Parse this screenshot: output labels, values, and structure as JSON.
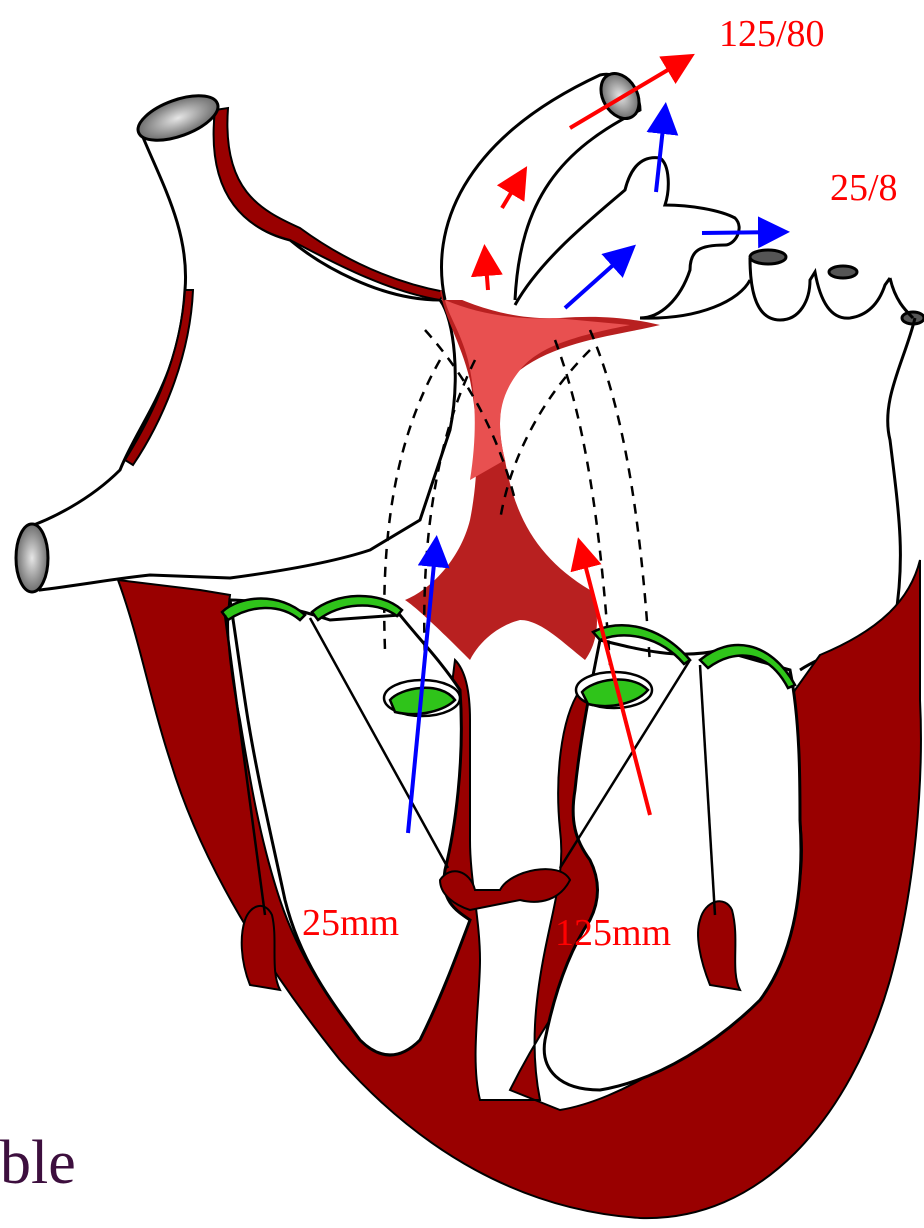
{
  "labels": {
    "aorta_pressure": "125/80",
    "pulmonary_pressure": "25/8",
    "right_wall_thickness": "25mm",
    "left_wall_thickness": "125mm",
    "corner_text": "ble"
  },
  "colors": {
    "myocardium": "#990000",
    "septum_light": "#e85050",
    "valve": "#2fc41a",
    "oxygenated_arrow": "#ff0000",
    "deoxygenated_arrow": "#0000ff",
    "label_red": "#ff0000",
    "outline": "#000000",
    "vessel_opening": "#7a7a7a",
    "corner_text": "#3d0f3e"
  }
}
